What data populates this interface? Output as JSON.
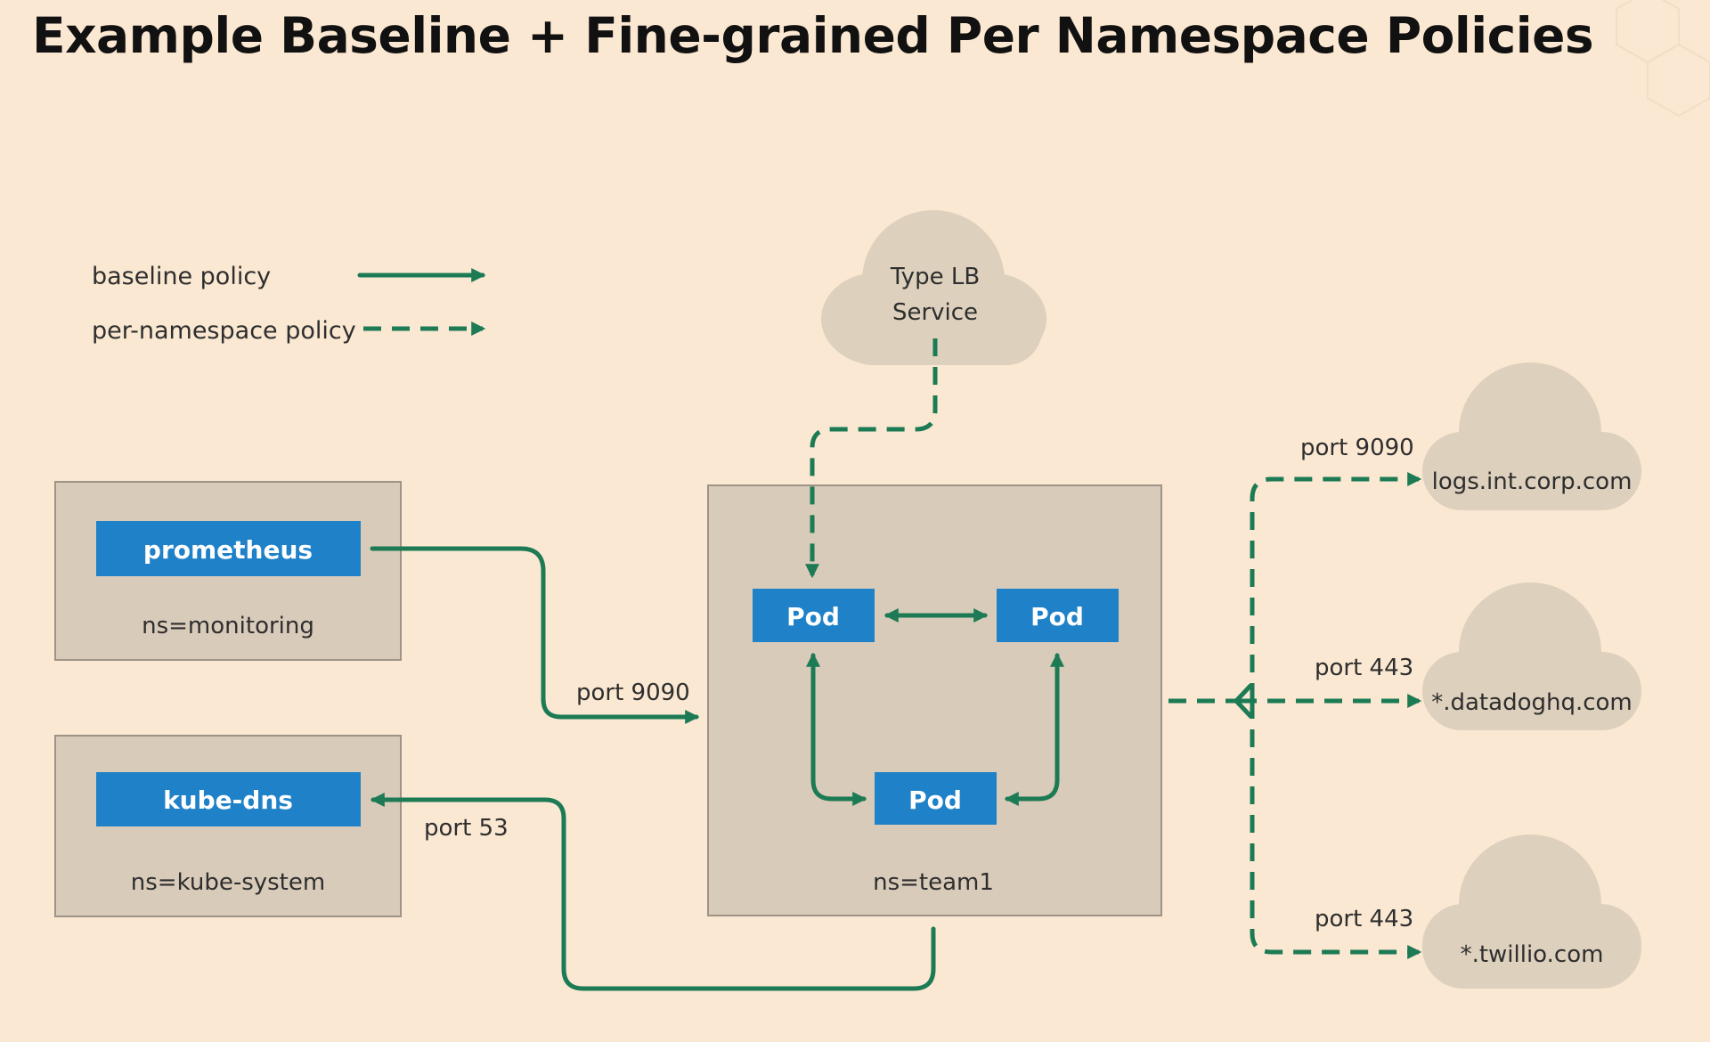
{
  "title": "Example Baseline + Fine-grained Per Namespace Policies",
  "legend": {
    "baseline": "baseline policy",
    "per_namespace": "per-namespace policy"
  },
  "namespaces": {
    "monitoring": {
      "node": "prometheus",
      "label": "ns=monitoring"
    },
    "kube_system": {
      "node": "kube-dns",
      "label": "ns=kube-system"
    },
    "team1": {
      "pods": [
        "Pod",
        "Pod",
        "Pod"
      ],
      "label": "ns=team1"
    }
  },
  "clouds": {
    "lb": [
      "Type LB",
      "Service"
    ],
    "logs": "logs.int.corp.com",
    "datadog": "*.datadoghq.com",
    "twilio": "*.twillio.com"
  },
  "ports": {
    "prometheus_to_team1": "port 9090",
    "team1_to_dns": "port 53",
    "to_logs": "port 9090",
    "to_datadog": "port 443",
    "to_twilio": "port 443"
  },
  "colors": {
    "background": "#fbe8d2",
    "arrow": "#1c7a54",
    "node": "#1f82c8",
    "namespace_box": "#d9cbba",
    "cloud": "#ddd0bd"
  }
}
